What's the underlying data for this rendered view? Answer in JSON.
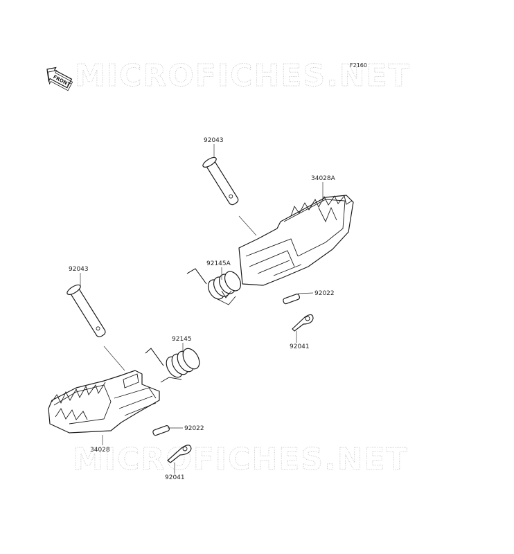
{
  "figure_code": "F2160",
  "front_label": "FRONT",
  "watermark": "MICROFICHES.NET",
  "labels": {
    "pin_right": "92043",
    "peg_right": "34028A",
    "spring_right": "92145A",
    "washer_right": "92022",
    "cotter_right": "92041",
    "pin_left": "92043",
    "spring_left": "92145",
    "washer_left": "92022",
    "peg_left": "34028",
    "cotter_left": "92041"
  },
  "icons": {
    "front_arrow": "front-arrow-icon"
  }
}
